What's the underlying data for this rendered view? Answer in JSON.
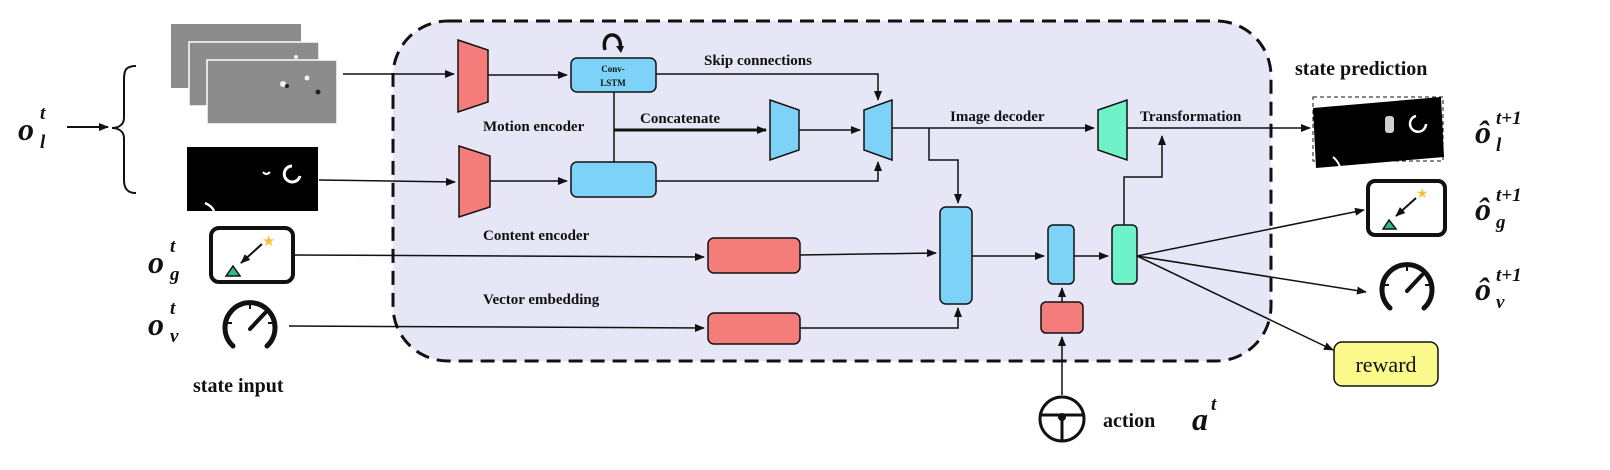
{
  "labels": {
    "skip_connections": "Skip connections",
    "conv_lstm_1": "Conv-",
    "conv_lstm_2": "LSTM",
    "motion_encoder": "Motion encoder",
    "concatenate": "Concatenate",
    "image_decoder": "Image decoder",
    "transformation": "Transformation",
    "state_prediction": "state prediction",
    "content_encoder": "Content encoder",
    "vector_embedding": "Vector embedding",
    "state_input": "state input",
    "action": "action",
    "reward": "reward"
  },
  "math": {
    "o_base": "o",
    "o_hat_base": "ô",
    "sup_t": "t",
    "sup_t1": "t+1",
    "sub_l": "l",
    "sub_g": "g",
    "sub_v": "v",
    "a_base": "a",
    "a_sup": "t"
  },
  "colors": {
    "background_region": "#e7e6f6",
    "encoder_red": "#f47c7a",
    "lstm_blue": "#7dd3f7",
    "transform_green": "#6ff2c8",
    "reward_yellow": "#fbf98b",
    "star": "#f6c23e",
    "goal_triangle": "#2fb88a"
  },
  "icons": [
    "goal-arrow-icon",
    "speedometer-icon",
    "steering-wheel-icon",
    "loop-arrow-icon",
    "star-icon"
  ]
}
